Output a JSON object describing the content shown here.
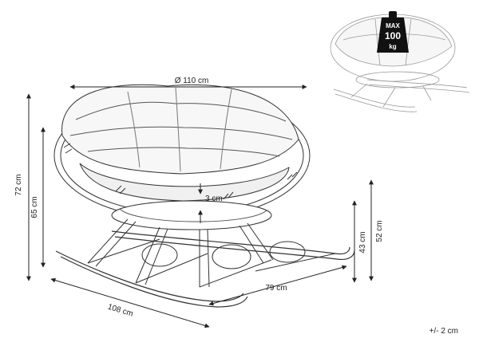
{
  "dimensions": {
    "diameter": "Ø 110 cm",
    "total_height": "72 cm",
    "back_height": "65 cm",
    "cushion": "3 cm",
    "depth": "79 cm",
    "length": "108 cm",
    "seat_height": "52 cm",
    "front_height": "43 cm"
  },
  "badge": {
    "line1": "MAX",
    "line2": "100",
    "line3": "kg"
  },
  "tolerance": "+/- 2 cm"
}
